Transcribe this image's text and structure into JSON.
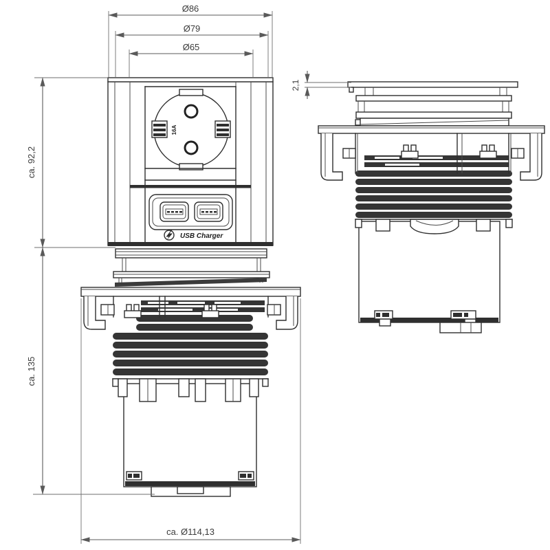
{
  "drawing": {
    "type": "technical-drawing",
    "subject": "pop-up socket column with USB charger, front view (extended) and side view (retracted)"
  },
  "dims": {
    "diameters": [
      {
        "label": "Ø86"
      },
      {
        "label": "Ø79"
      },
      {
        "label": "Ø65"
      }
    ],
    "head_height": "ca. 92,2",
    "recess_depth": "ca. 135",
    "flange_diameter": "ca. Ø114,13",
    "lid_thickness": "2,1"
  },
  "front_view": {
    "socket_marking": "16A",
    "usb_label": "USB Charger"
  },
  "icons": {
    "usb_charger": "lightning-bolt-icon"
  },
  "colors": {
    "background": "#ffffff",
    "part_line": "#2e2e2e",
    "dim_line": "#5a5a5a",
    "dim_text": "#3c3c3c",
    "bellows_fill": "#353535",
    "dark_fill": "#2f2f2f"
  }
}
